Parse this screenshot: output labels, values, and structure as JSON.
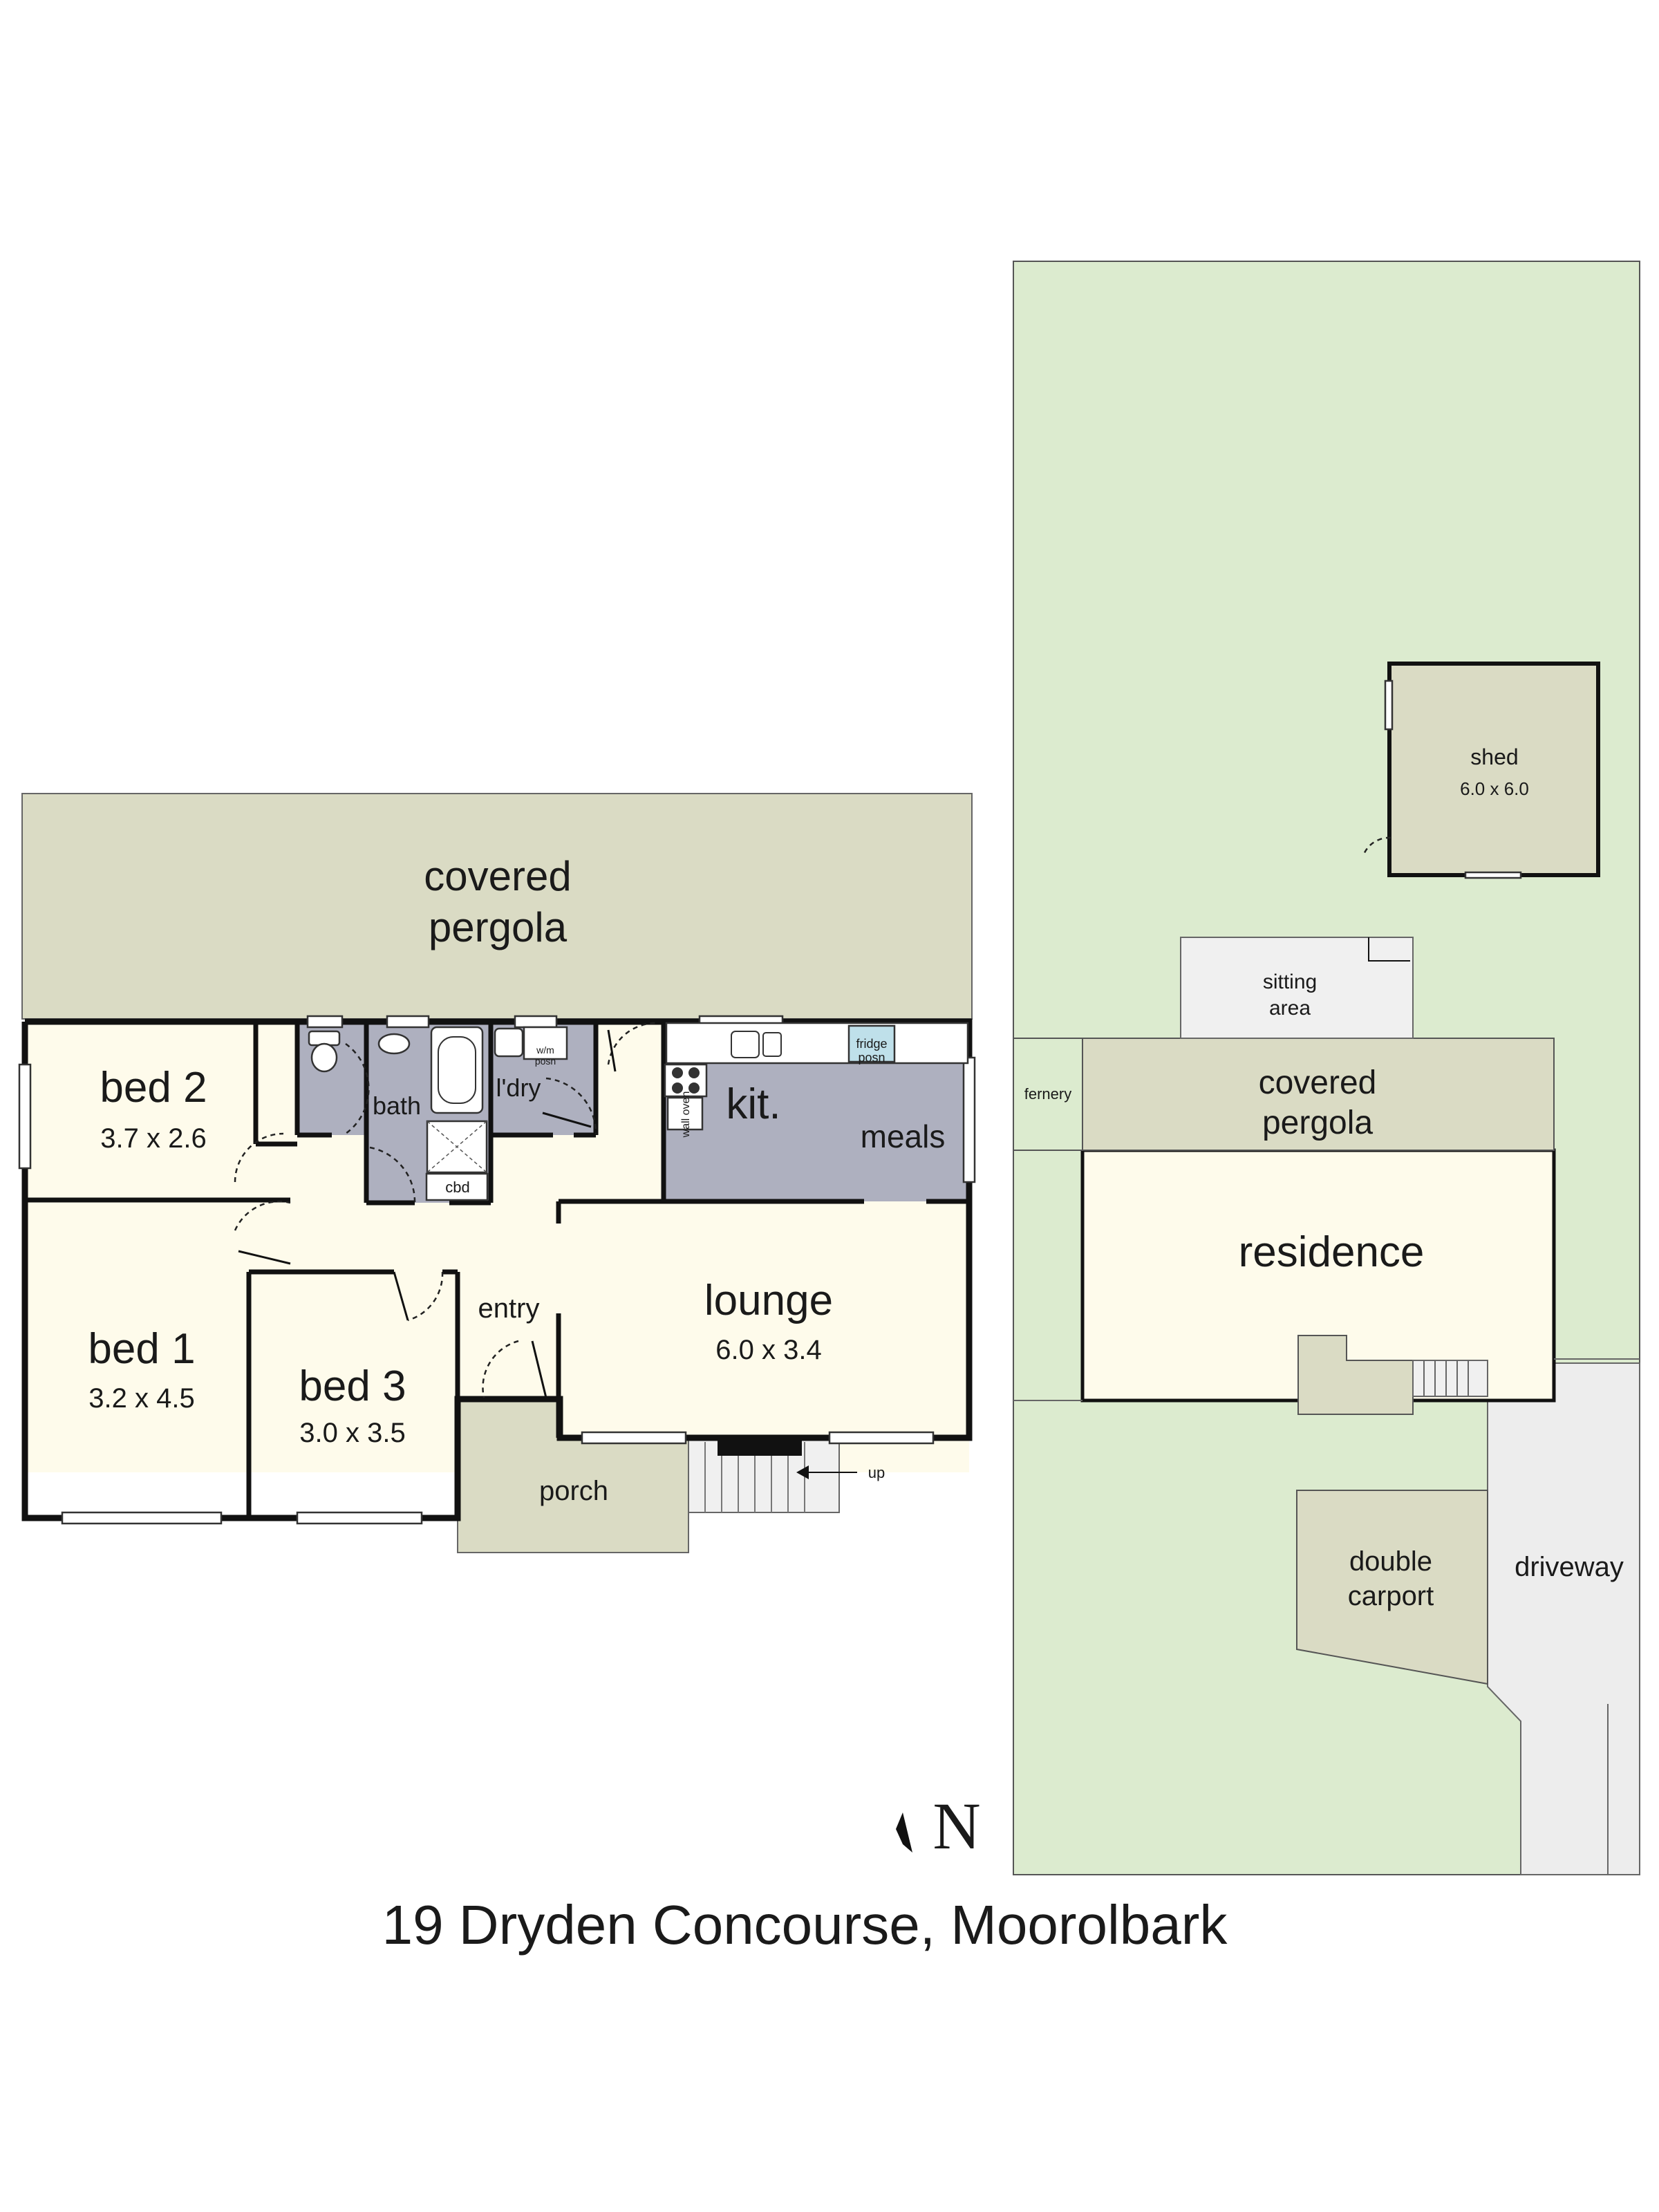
{
  "title": "19 Dryden Concourse, Moorolbark",
  "north_label": "N",
  "colors": {
    "living": "#fefbeb",
    "wet": "#aeb0bf",
    "pergola": "#dadbc4",
    "garden": "#dcebcf",
    "paving": "#f0f0f0",
    "driveway": "#ededed",
    "wall": "#111111"
  },
  "house": {
    "pergola": {
      "name": "covered pergola"
    },
    "rooms": [
      {
        "name": "bed 2",
        "dims": "3.7 x 2.6"
      },
      {
        "name": "bed 1",
        "dims": "3.2 x 4.5"
      },
      {
        "name": "bed 3",
        "dims": "3.0 x 3.5"
      },
      {
        "name": "lounge",
        "dims": "6.0 x 3.4"
      },
      {
        "name": "kit."
      },
      {
        "name": "meals"
      },
      {
        "name": "bath"
      },
      {
        "name": "l'dry"
      },
      {
        "name": "entry"
      },
      {
        "name": "porch"
      }
    ],
    "fixtures": {
      "cbd": "cbd",
      "wm": "w/m posn",
      "fridge": "fridge posn",
      "oven": "wall oven",
      "up": "up"
    }
  },
  "site": {
    "shed": {
      "name": "shed",
      "dims": "6.0 x 6.0"
    },
    "sitting": "sitting area",
    "fernery": "fernery",
    "pergola": "covered pergola",
    "residence": "residence",
    "carport": "double carport",
    "driveway": "driveway"
  }
}
